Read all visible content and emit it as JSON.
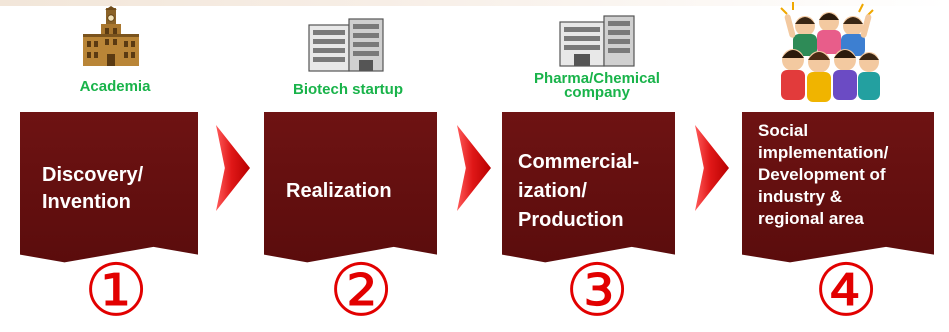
{
  "stages": [
    {
      "org": "Academia",
      "text": "Discovery/\nInvention",
      "number": "①"
    },
    {
      "org": "Biotech  startup",
      "text": "Realization",
      "number": "②"
    },
    {
      "org": "Pharma/Chemical\ncompany",
      "text": "Commercial-\nization/\nProduction",
      "number": "③"
    },
    {
      "org": "",
      "text": "Social\nimplementation/\nDevelopment of\nindustry &\nregional area",
      "number": "④"
    }
  ],
  "colors": {
    "box": "#5f0f0f",
    "arrow": "#e01818",
    "number": "#e20000",
    "org_label": "#19b34a"
  },
  "icons": [
    "university-building-icon",
    "office-building-icon",
    "factory-building-icon",
    "cheering-people-icon"
  ]
}
